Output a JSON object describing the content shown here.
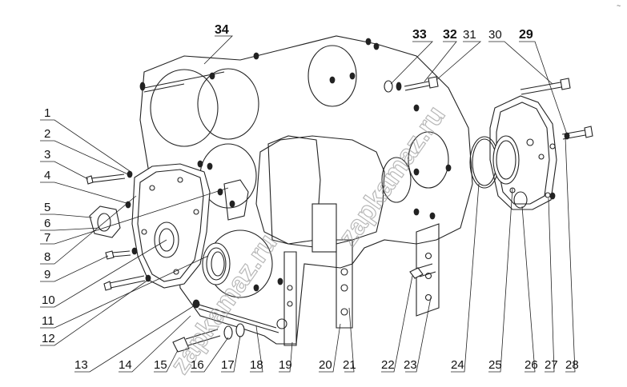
{
  "diagram": {
    "labels_left": [
      "1",
      "2",
      "3",
      "4",
      "5",
      "6",
      "7",
      "8",
      "9",
      "10",
      "11",
      "12"
    ],
    "labels_bottom": [
      "13",
      "14",
      "15",
      "16",
      "17",
      "18",
      "19",
      "20",
      "21",
      "22",
      "23",
      "24",
      "25",
      "26",
      "27",
      "28"
    ],
    "labels_top": [
      "34",
      "33",
      "32",
      "31",
      "30",
      "29"
    ],
    "watermark": "zapkamaz.ru"
  }
}
